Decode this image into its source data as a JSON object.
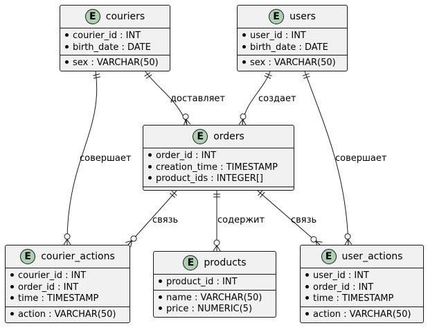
{
  "entity_icon_letter": "E",
  "entities": {
    "couriers": {
      "title": "couriers",
      "key_attrs": [
        "courier_id : INT",
        "birth_date : DATE"
      ],
      "other_attrs": [
        "sex : VARCHAR(50)"
      ]
    },
    "users": {
      "title": "users",
      "key_attrs": [
        "user_id : INT",
        "birth_date : DATE"
      ],
      "other_attrs": [
        "sex : VARCHAR(50)"
      ]
    },
    "orders": {
      "title": "orders",
      "key_attrs": [
        "order_id : INT",
        "creation_time : TIMESTAMP",
        "product_ids : INTEGER[]"
      ],
      "other_attrs": []
    },
    "courier_actions": {
      "title": "courier_actions",
      "key_attrs": [
        "courier_id : INT",
        "order_id : INT",
        "time : TIMESTAMP"
      ],
      "other_attrs": [
        "action : VARCHAR(50)"
      ]
    },
    "products": {
      "title": "products",
      "key_attrs": [
        "product_id : INT"
      ],
      "other_attrs": [
        "name : VARCHAR(50)",
        "price : NUMERIC(5)"
      ]
    },
    "user_actions": {
      "title": "user_actions",
      "key_attrs": [
        "user_id : INT",
        "order_id : INT",
        "time : TIMESTAMP"
      ],
      "other_attrs": [
        "action : VARCHAR(50)"
      ]
    }
  },
  "relationships": [
    {
      "from": "couriers",
      "to": "orders",
      "label": "доставляет",
      "from_card": "exactly-one",
      "to_card": "zero-or-many"
    },
    {
      "from": "users",
      "to": "orders",
      "label": "создает",
      "from_card": "exactly-one",
      "to_card": "zero-or-many"
    },
    {
      "from": "couriers",
      "to": "courier_actions",
      "label": "совершает",
      "from_card": "exactly-one",
      "to_card": "zero-or-many"
    },
    {
      "from": "users",
      "to": "user_actions",
      "label": "совершает",
      "from_card": "exactly-one",
      "to_card": "zero-or-many"
    },
    {
      "from": "orders",
      "to": "courier_actions",
      "label": "связь",
      "from_card": "exactly-one",
      "to_card": "zero-or-many"
    },
    {
      "from": "orders",
      "to": "products",
      "label": "содержит",
      "from_card": "exactly-one",
      "to_card": "zero-or-many"
    },
    {
      "from": "orders",
      "to": "user_actions",
      "label": "связь",
      "from_card": "exactly-one",
      "to_card": "zero-or-many"
    }
  ],
  "colors": {
    "entity_fill": "#F1F1F1",
    "entity_border": "#181818",
    "icon_fill": "#ADD1B2",
    "line": "#181818"
  }
}
